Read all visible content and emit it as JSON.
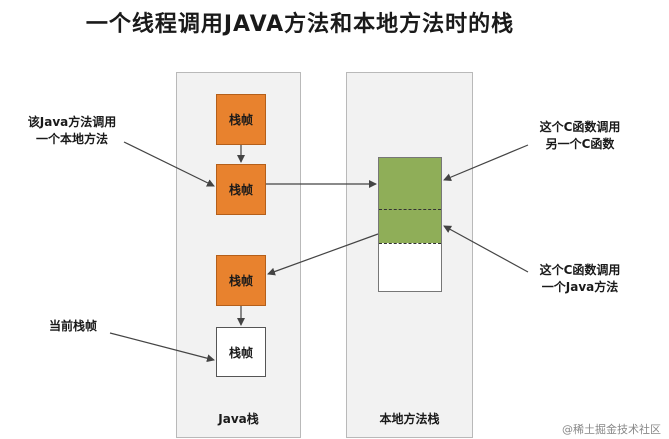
{
  "title": "一个线程调用JAVA方法和本地方法时的栈",
  "java_stack": {
    "label": "Java栈",
    "frames": [
      "栈帧",
      "栈帧",
      "栈帧",
      "栈帧"
    ]
  },
  "native_stack": {
    "label": "本地方法栈"
  },
  "notes": {
    "java_calls_native": [
      "该Java方法调用",
      "一个本地方法"
    ],
    "current_frame": "当前栈帧",
    "c_calls_c": [
      "这个C函数调用",
      "另一个C函数"
    ],
    "c_calls_java": [
      "这个C函数调用",
      "一个Java方法"
    ]
  },
  "colors": {
    "java_frame": "#e8822e",
    "c_frame": "#8fae58",
    "column_bg": "#f2f2f2"
  },
  "watermark": "@稀土掘金技术社区"
}
